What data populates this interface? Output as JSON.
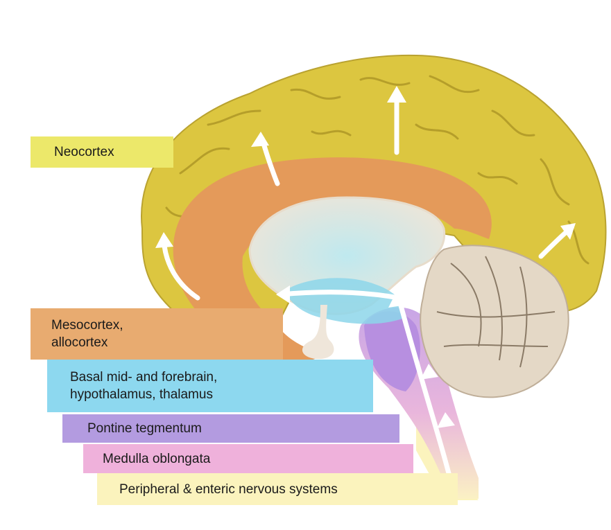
{
  "labels": {
    "neocortex": "Neocortex",
    "mesocortex": "Mesocortex,\nallocortex",
    "basal": "Basal mid- and forebrain,\nhypothalamus, thalamus",
    "pontine": "Pontine tegmentum",
    "medulla": "Medulla oblongata",
    "peripheral": "Peripheral & enteric nervous systems"
  },
  "colors": {
    "neocortex": "#ece86a",
    "mesocortex": "#e8ab70",
    "basal": "#8dd8ef",
    "pontine": "#b39be0",
    "medulla": "#efb1db",
    "peripheral": "#fbf3bd"
  }
}
